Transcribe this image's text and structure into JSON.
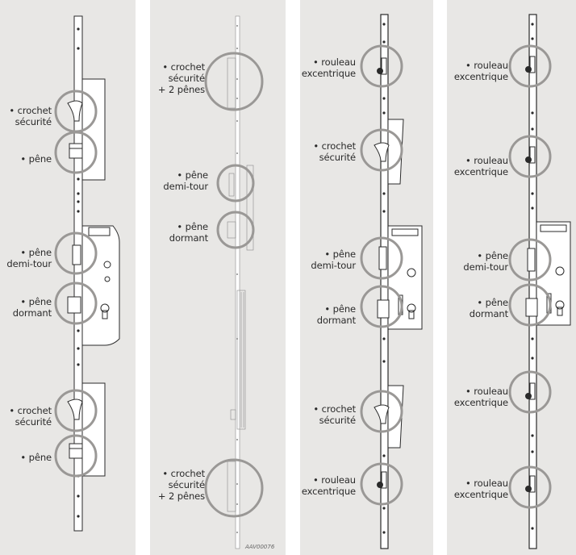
{
  "panels": [
    {
      "labels": [
        {
          "text": "• crochet\nsécurité"
        },
        {
          "text": "• pêne"
        },
        {
          "text": "• pêne\ndemi-tour"
        },
        {
          "text": "• pêne\ndormant"
        },
        {
          "text": "• crochet\nsécurité"
        },
        {
          "text": "• pêne"
        }
      ]
    },
    {
      "labels": [
        {
          "text": "• crochet\nsécurité\n+ 2 pênes"
        },
        {
          "text": "• pêne\ndemi-tour"
        },
        {
          "text": "• pêne\ndormant"
        },
        {
          "text": "• crochet\nsécurité\n+ 2 pênes"
        }
      ],
      "reference": "AAV00076"
    },
    {
      "labels": [
        {
          "text": "• rouleau\nexcentrique"
        },
        {
          "text": "• crochet\nsécurité"
        },
        {
          "text": "• pêne\ndemi-tour"
        },
        {
          "text": "• pêne\ndormant"
        },
        {
          "text": "• crochet\nsécurité"
        },
        {
          "text": "• rouleau\nexcentrique"
        }
      ]
    },
    {
      "labels": [
        {
          "text": "• rouleau\nexcentrique"
        },
        {
          "text": "• rouleau\nexcentrique"
        },
        {
          "text": "• pêne\ndemi-tour"
        },
        {
          "text": "• pêne\ndormant"
        },
        {
          "text": "• rouleau\nexcentrique"
        },
        {
          "text": "• rouleau\nexcentrique"
        }
      ]
    }
  ],
  "colors": {
    "panel_bg": "#e8e7e5",
    "circle": "#9a9896",
    "metal": "#ffffff",
    "outline": "#2a2a2a"
  }
}
